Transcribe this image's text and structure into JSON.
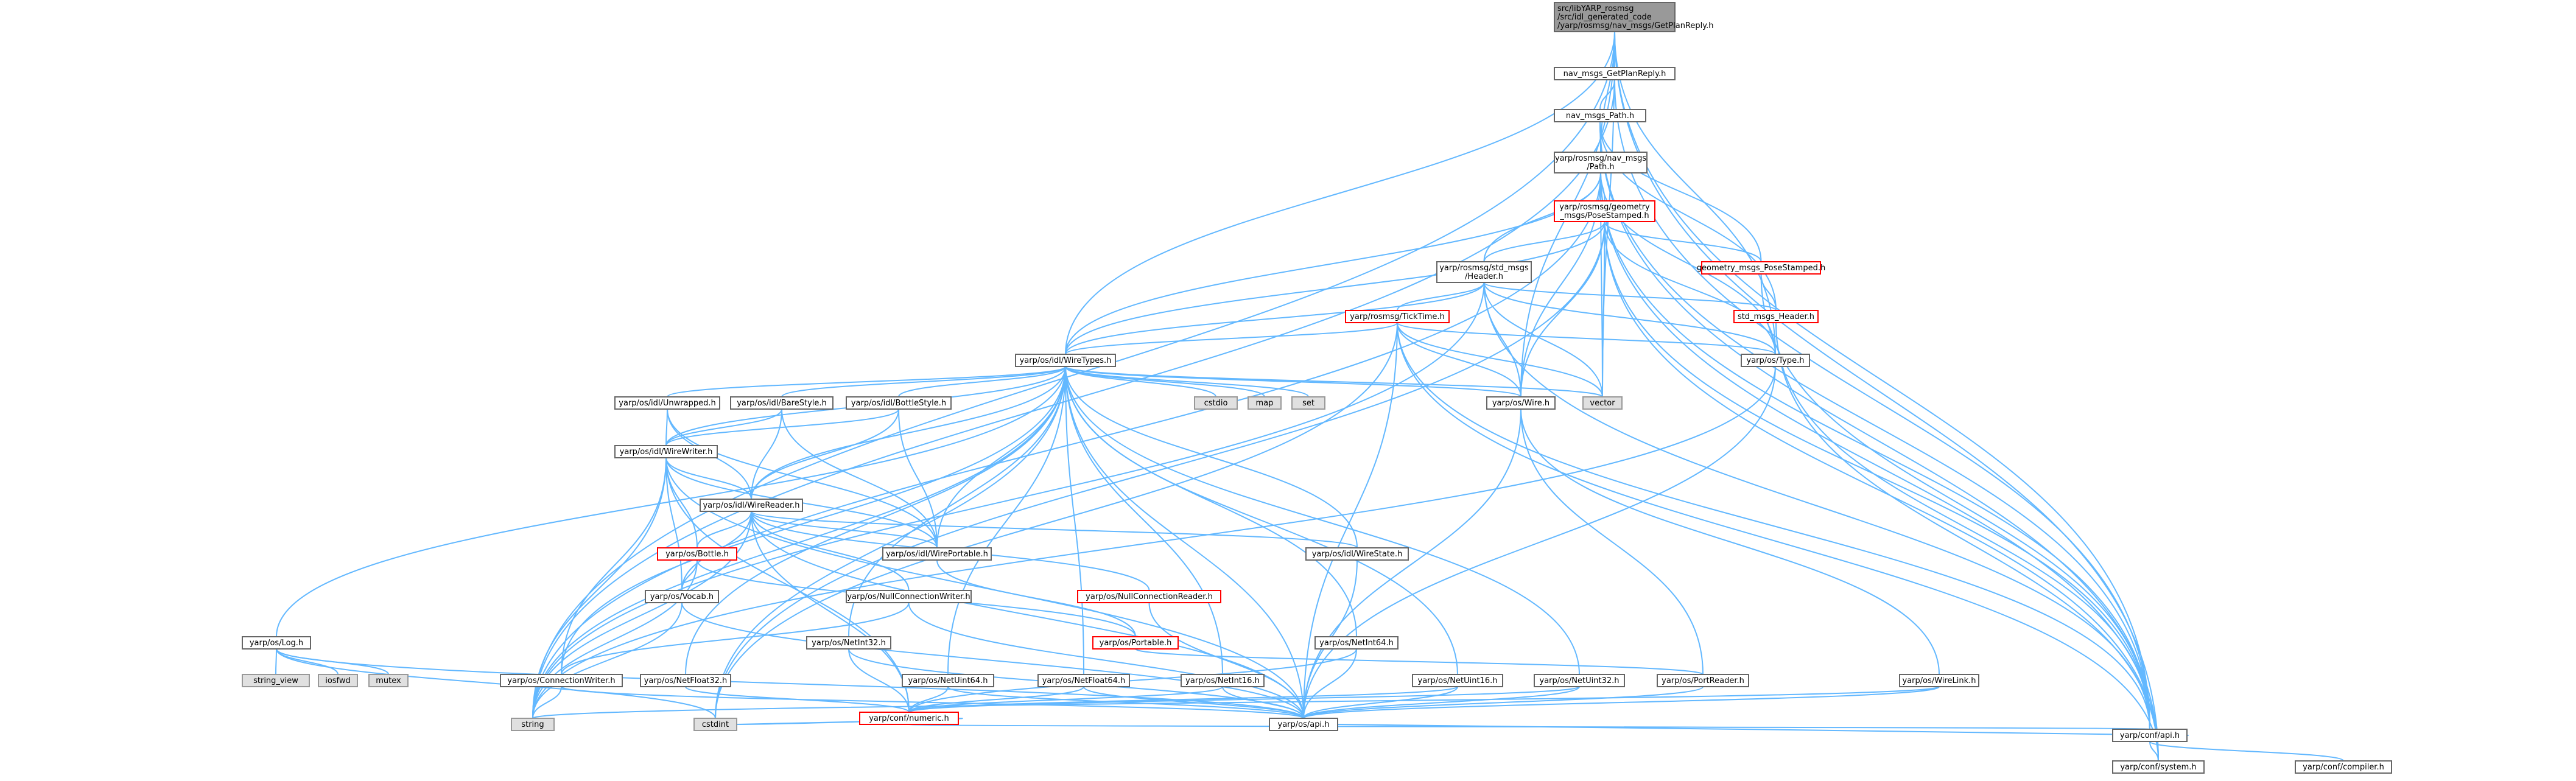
{
  "diagram": {
    "type": "include-dependency-graph",
    "colors": {
      "edge": "#63b8ff",
      "root_fill": "#999999",
      "node_fill": "#ffffff",
      "node_border": "#666666",
      "red_border": "#ff0000",
      "external_fill": "#e0e0e0",
      "external_border": "#999999"
    },
    "nodes": [
      {
        "id": "root",
        "style": "root",
        "lines": [
          "src/libYARP_rosmsg",
          "/src/idl_generated_code",
          "/yarp/rosmsg/nav_msgs/GetPlanReply.h"
        ]
      },
      {
        "id": "nav_getplanreply",
        "style": "normal",
        "lines": [
          "nav_msgs_GetPlanReply.h"
        ]
      },
      {
        "id": "nav_path",
        "style": "normal",
        "lines": [
          "nav_msgs_Path.h"
        ]
      },
      {
        "id": "rosmsg_path",
        "style": "normal",
        "lines": [
          "yarp/rosmsg/nav_msgs",
          "/Path.h"
        ]
      },
      {
        "id": "posestamped",
        "style": "red",
        "lines": [
          "yarp/rosmsg/geometry",
          "_msgs/PoseStamped.h"
        ]
      },
      {
        "id": "geom_posestamped",
        "style": "red",
        "lines": [
          "geometry_msgs_PoseStamped.h"
        ]
      },
      {
        "id": "std_header",
        "style": "normal",
        "lines": [
          "yarp/rosmsg/std_msgs",
          "/Header.h"
        ]
      },
      {
        "id": "std_msgs_header",
        "style": "red",
        "lines": [
          "std_msgs_Header.h"
        ]
      },
      {
        "id": "ticktime",
        "style": "red",
        "lines": [
          "yarp/rosmsg/TickTime.h"
        ]
      },
      {
        "id": "type",
        "style": "normal",
        "lines": [
          "yarp/os/Type.h"
        ]
      },
      {
        "id": "wiretypes",
        "style": "normal",
        "lines": [
          "yarp/os/idl/WireTypes.h"
        ]
      },
      {
        "id": "wire",
        "style": "normal",
        "lines": [
          "yarp/os/Wire.h"
        ]
      },
      {
        "id": "vector",
        "style": "external",
        "lines": [
          "vector"
        ]
      },
      {
        "id": "cstdio",
        "style": "external",
        "lines": [
          "cstdio"
        ]
      },
      {
        "id": "map",
        "style": "external",
        "lines": [
          "map"
        ]
      },
      {
        "id": "set",
        "style": "external",
        "lines": [
          "set"
        ]
      },
      {
        "id": "unwrapped",
        "style": "normal",
        "lines": [
          "yarp/os/idl/Unwrapped.h"
        ]
      },
      {
        "id": "barestyle",
        "style": "normal",
        "lines": [
          "yarp/os/idl/BareStyle.h"
        ]
      },
      {
        "id": "bottlestyle",
        "style": "normal",
        "lines": [
          "yarp/os/idl/BottleStyle.h"
        ]
      },
      {
        "id": "wirewriter",
        "style": "normal",
        "lines": [
          "yarp/os/idl/WireWriter.h"
        ]
      },
      {
        "id": "wirereader",
        "style": "normal",
        "lines": [
          "yarp/os/idl/WireReader.h"
        ]
      },
      {
        "id": "bottle",
        "style": "red",
        "lines": [
          "yarp/os/Bottle.h"
        ]
      },
      {
        "id": "wireportable",
        "style": "normal",
        "lines": [
          "yarp/os/idl/WirePortable.h"
        ]
      },
      {
        "id": "wirestate",
        "style": "normal",
        "lines": [
          "yarp/os/idl/WireState.h"
        ]
      },
      {
        "id": "vocab",
        "style": "normal",
        "lines": [
          "yarp/os/Vocab.h"
        ]
      },
      {
        "id": "nullconnwriter",
        "style": "normal",
        "lines": [
          "yarp/os/NullConnectionWriter.h"
        ]
      },
      {
        "id": "nullconnreader",
        "style": "red",
        "lines": [
          "yarp/os/NullConnectionReader.h"
        ]
      },
      {
        "id": "portable",
        "style": "red",
        "lines": [
          "yarp/os/Portable.h"
        ]
      },
      {
        "id": "log",
        "style": "normal",
        "lines": [
          "yarp/os/Log.h"
        ]
      },
      {
        "id": "string_view",
        "style": "external",
        "lines": [
          "string_view"
        ]
      },
      {
        "id": "iosfwd",
        "style": "external",
        "lines": [
          "iosfwd"
        ]
      },
      {
        "id": "mutex",
        "style": "external",
        "lines": [
          "mutex"
        ]
      },
      {
        "id": "connwriter",
        "style": "normal",
        "lines": [
          "yarp/os/ConnectionWriter.h"
        ]
      },
      {
        "id": "netfloat32",
        "style": "normal",
        "lines": [
          "yarp/os/NetFloat32.h"
        ]
      },
      {
        "id": "netint32",
        "style": "normal",
        "lines": [
          "yarp/os/NetInt32.h"
        ]
      },
      {
        "id": "netuint64",
        "style": "normal",
        "lines": [
          "yarp/os/NetUint64.h"
        ]
      },
      {
        "id": "netfloat64",
        "style": "normal",
        "lines": [
          "yarp/os/NetFloat64.h"
        ]
      },
      {
        "id": "netint16",
        "style": "normal",
        "lines": [
          "yarp/os/NetInt16.h"
        ]
      },
      {
        "id": "netint64",
        "style": "normal",
        "lines": [
          "yarp/os/NetInt64.h"
        ]
      },
      {
        "id": "netuint16",
        "style": "normal",
        "lines": [
          "yarp/os/NetUint16.h"
        ]
      },
      {
        "id": "netuint32",
        "style": "normal",
        "lines": [
          "yarp/os/NetUint32.h"
        ]
      },
      {
        "id": "portreader",
        "style": "normal",
        "lines": [
          "yarp/os/PortReader.h"
        ]
      },
      {
        "id": "wirelink",
        "style": "normal",
        "lines": [
          "yarp/os/WireLink.h"
        ]
      },
      {
        "id": "numeric",
        "style": "red",
        "lines": [
          "yarp/conf/numeric.h"
        ]
      },
      {
        "id": "api",
        "style": "normal",
        "lines": [
          "yarp/os/api.h"
        ]
      },
      {
        "id": "string",
        "style": "external",
        "lines": [
          "string"
        ]
      },
      {
        "id": "cstdint",
        "style": "external",
        "lines": [
          "cstdint"
        ]
      },
      {
        "id": "conf_api",
        "style": "normal",
        "lines": [
          "yarp/conf/api.h"
        ]
      },
      {
        "id": "conf_system",
        "style": "normal",
        "lines": [
          "yarp/conf/system.h"
        ]
      },
      {
        "id": "conf_compiler",
        "style": "normal",
        "lines": [
          "yarp/conf/compiler.h"
        ]
      }
    ]
  }
}
